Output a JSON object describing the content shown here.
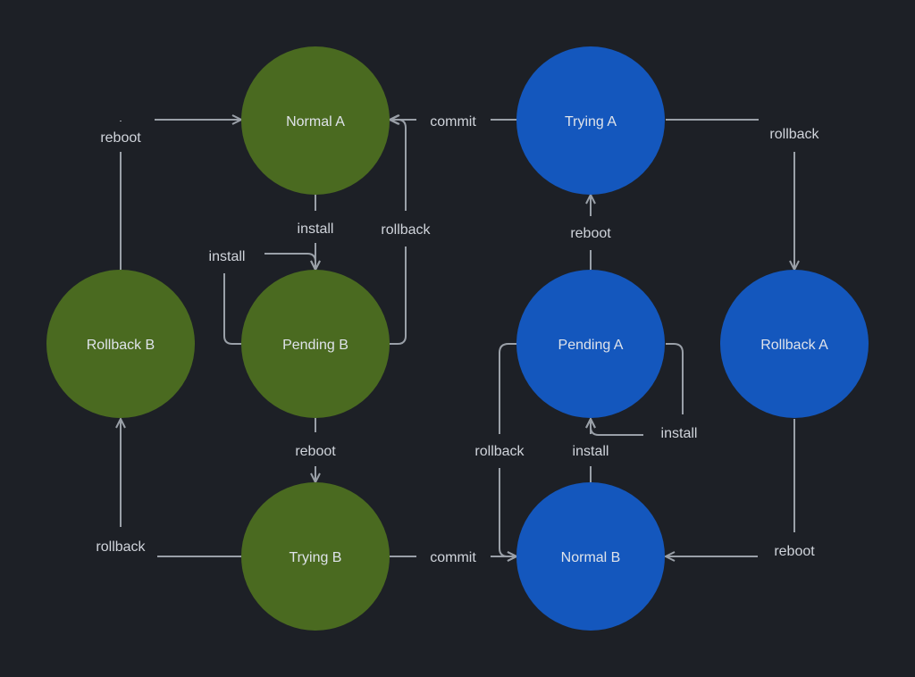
{
  "colors": {
    "background": "#1d2026",
    "green_state": "#4a6a20",
    "blue_state": "#1457bd",
    "edge": "#9aa0a8",
    "text": "#dfe3ea"
  },
  "nodes": {
    "normal_a": {
      "label": "Normal A",
      "color": "#4a6a20"
    },
    "pending_b": {
      "label": "Pending B",
      "color": "#4a6a20"
    },
    "trying_b": {
      "label": "Trying B",
      "color": "#4a6a20"
    },
    "rollback_b": {
      "label": "Rollback B",
      "color": "#4a6a20"
    },
    "trying_a": {
      "label": "Trying A",
      "color": "#1457bd"
    },
    "pending_a": {
      "label": "Pending A",
      "color": "#1457bd"
    },
    "normal_b": {
      "label": "Normal B",
      "color": "#1457bd"
    },
    "rollback_a": {
      "label": "Rollback A",
      "color": "#1457bd"
    }
  },
  "edges": {
    "rollback_b_to_normal_a": "reboot",
    "normal_a_to_pending_b": "install",
    "pending_b_self": "install",
    "pending_b_to_normal_a": "rollback",
    "trying_a_to_normal_a": "commit",
    "trying_a_to_rollback_a": "rollback",
    "pending_a_to_trying_a": "reboot",
    "pending_b_to_trying_b": "reboot",
    "trying_b_to_rollback_b": "rollback",
    "trying_b_to_normal_b": "commit",
    "pending_a_to_normal_b": "rollback",
    "normal_b_to_pending_a": "install",
    "pending_a_self": "install",
    "rollback_a_to_normal_b": "reboot"
  }
}
